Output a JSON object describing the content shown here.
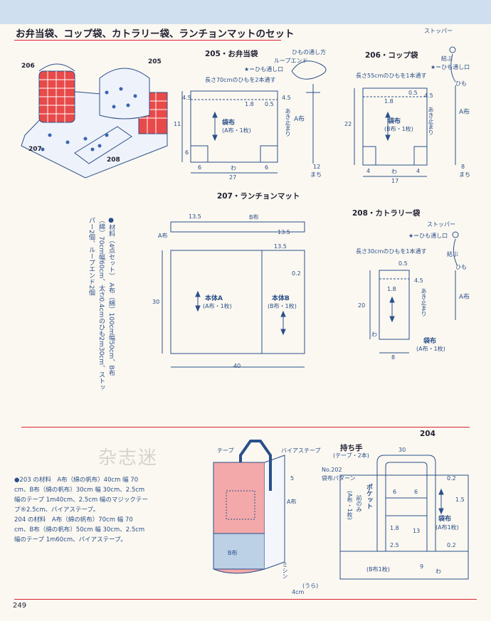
{
  "page": {
    "title": "お弁当袋、コップ袋、カトラリー袋、ランチョンマットのセット",
    "page_number": "249",
    "watermark": "杂志迷"
  },
  "photo": {
    "labels": [
      "206",
      "205",
      "207",
      "208"
    ]
  },
  "d205": {
    "heading": "205・お弁当袋",
    "cord_pass": "ひもの通し方",
    "loop_end": "ループエンド",
    "star_note": "★＝ひも通し口",
    "cord_note": "長さ70cmのひもを2本通す",
    "main_label": "袋布",
    "sub_label": "(A布・1枚)",
    "side_label": "A布",
    "opening": "あき止まり",
    "dims": {
      "d1": "4.5",
      "d2": "1.8",
      "d3": "0.5",
      "d4": "4.5",
      "d5": "11",
      "d6": "6",
      "d7": "6",
      "d8": "6",
      "d9": "27",
      "d10": "12",
      "wa": "わ",
      "machi": "まち"
    }
  },
  "d206": {
    "heading": "206・コップ袋",
    "stopper": "ストッパー",
    "knot": "結ぶ",
    "star_note": "★＝ひも通し口",
    "cord": "ひも",
    "cord_note": "長さ55cmのひもを1本通す",
    "main_label": "袋布",
    "sub_label": "(B布・1枚)",
    "side_label": "A布",
    "opening": "あき止まり",
    "dims": {
      "d1": "0.5",
      "d2": "1.8",
      "d3": "4.5",
      "d4": "22",
      "d5": "4",
      "d6": "4",
      "d7": "17",
      "d8": "8",
      "wa": "わ",
      "machi": "まち"
    }
  },
  "d207": {
    "heading": "207・ランチョンマット",
    "a_cloth": "A布",
    "b_cloth": "B布",
    "panel_a": "本体A",
    "panel_a_sub": "(A布・1枚)",
    "panel_b": "本体B",
    "panel_b_sub": "(B布・1枚)",
    "dims": {
      "d1": "13.5",
      "d2": "13.5",
      "d3": "13.5",
      "d4": "0.2",
      "d5": "30",
      "d6": "40"
    }
  },
  "d208": {
    "heading": "208・カトラリー袋",
    "stopper": "ストッパー",
    "star_note": "★＝ひも通し口",
    "knot": "結ぶ",
    "cord": "ひも",
    "cord_note": "長さ30cmのひもを1本通す",
    "main_label": "袋布",
    "sub_label": "(A布・1枚)",
    "side_label": "A布",
    "opening": "あき止まり",
    "dims": {
      "d1": "0.5",
      "d2": "1.8",
      "d3": "4.5",
      "d4": "20",
      "d5": "8",
      "wa": "わ"
    }
  },
  "materials_4set": {
    "line1": "●材料（4点セット）　A布（綿）100cm幅50cm、B布",
    "line2": "（綿）70cm幅60cm、太さ0.4cmのひも2m30cm、ストッ",
    "line3": "パー2個、ループエンド2個"
  },
  "bag_sketch": {
    "tape": "テープ",
    "bias_tape": "バイアステープ",
    "a_cloth": "A布",
    "b_cloth": "B布",
    "dim5": "5",
    "sewing": "ミシン",
    "back": "(うら)",
    "dim4": "4cm"
  },
  "materials_203": {
    "line1": "●203 の材料　A布（綿の帆布）40cm 幅 70",
    "line2": "cm、B布（綿の帆布）30cm 幅 30cm、2.5cm",
    "line3": "幅のテープ 1m40cm、2.5cm 幅のマジックテー",
    "line4": "プ®2.5cm、バイアステープ。",
    "line5": "204 の材料　A布（綿の帆布）70cm 幅 70",
    "line6": "cm、B布（綿の帆布）50cm 幅 30cm、2.5cm",
    "line7": "幅のテープ 1m60cm、バイアステープ。"
  },
  "d204": {
    "number": "204",
    "handle": "持ち手",
    "handle_sub": "(テープ・2本)",
    "pattern_ref": "No.202",
    "pattern_ref2": "袋布パターン",
    "pocket": "ポケット",
    "pocket_sub": "(A布・1枚)",
    "front_only": "前のみ",
    "main_label": "袋布",
    "main_sub": "(A布1枚)",
    "bottom_label": "(B布1枚)",
    "dims": {
      "d30": "30",
      "d6a": "6",
      "d6b": "6",
      "d02a": "0.2",
      "d15": "1.5",
      "d18": "1.8",
      "d13": "13",
      "d25": "2.5",
      "d02b": "0.2",
      "d9": "9",
      "wa": "わ"
    }
  }
}
